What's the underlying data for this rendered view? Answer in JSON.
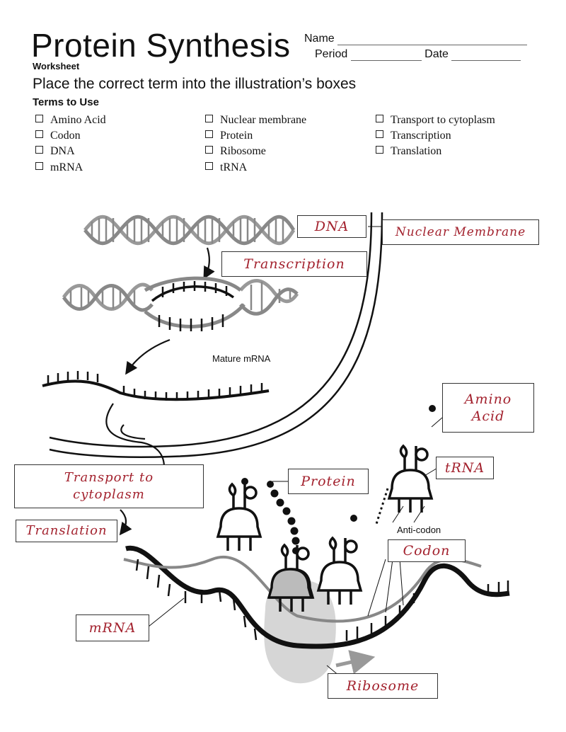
{
  "header": {
    "title": "Protein Synthesis",
    "subtitle": "Worksheet",
    "name_label": "Name",
    "period_label": "Period",
    "date_label": "Date"
  },
  "instructions": "Place the correct term into the illustration’s boxes",
  "terms_heading": "Terms to Use",
  "terms": [
    "Amino Acid",
    "Codon",
    "DNA",
    "mRNA",
    "Nuclear membrane",
    "Protein",
    "Ribosome",
    "tRNA",
    "Transport to cytoplasm",
    "Transcription",
    "Translation"
  ],
  "answers": {
    "dna": "DNA",
    "nuclear_membrane": "Nuclear Membrane",
    "transcription": "Transcription",
    "transport": "Transport to cytoplasm",
    "translation": "Translation",
    "protein": "Protein",
    "amino_acid": "Amino Acid",
    "trna": "tRNA",
    "codon": "Codon",
    "mrna": "mRNA",
    "ribosome": "Ribosome"
  },
  "captions": {
    "mature_mrna": "Mature mRNA",
    "anti_codon": "Anti-codon"
  },
  "colors": {
    "answer_text": "#a3222e",
    "line": "#111111",
    "ribosome_fill": "#cfcfcf"
  }
}
